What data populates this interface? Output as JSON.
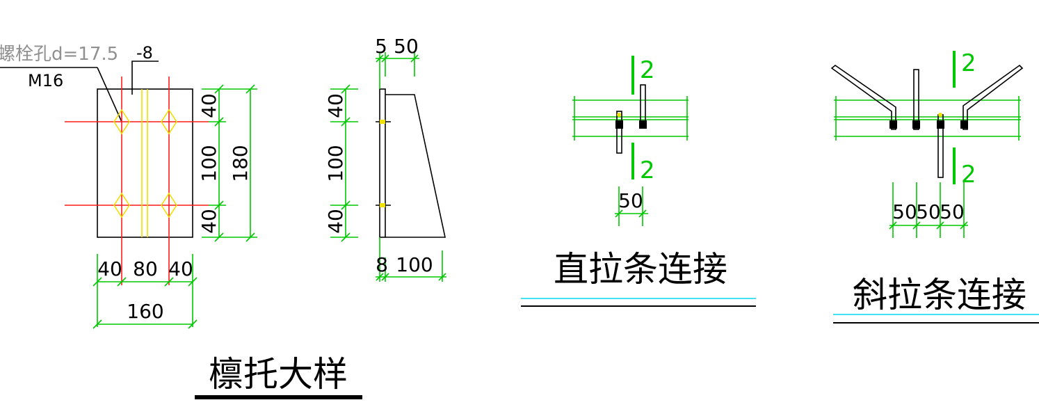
{
  "purlin_support": {
    "hole_label": "螺栓孔d=17.5",
    "bolt_label": "M16",
    "plate_label": "-8",
    "dims_horizontal": [
      "40",
      "80",
      "40"
    ],
    "dim_total_width": "160",
    "dims_vertical": [
      "40",
      "100",
      "40"
    ],
    "dim_total_height": "180",
    "title": "檩托大样"
  },
  "side_view": {
    "dims_top": [
      "5",
      "50"
    ],
    "dims_vertical": [
      "40",
      "100",
      "40"
    ],
    "dims_bottom": [
      "8",
      "100"
    ]
  },
  "straight_tie": {
    "section_marks": [
      "2",
      "2"
    ],
    "dim_spacing": "50",
    "title": "直拉条连接"
  },
  "diagonal_tie": {
    "section_marks": [
      "2",
      "2"
    ],
    "dim_spacing": [
      "50",
      "50",
      "50"
    ],
    "title": "斜拉条连接"
  },
  "colors": {
    "dimension": "#00c800",
    "center_line": "#ff1a1a",
    "outline": "#000000",
    "bolt": "#f0e000",
    "underline_cyan": "#00d8f0"
  }
}
